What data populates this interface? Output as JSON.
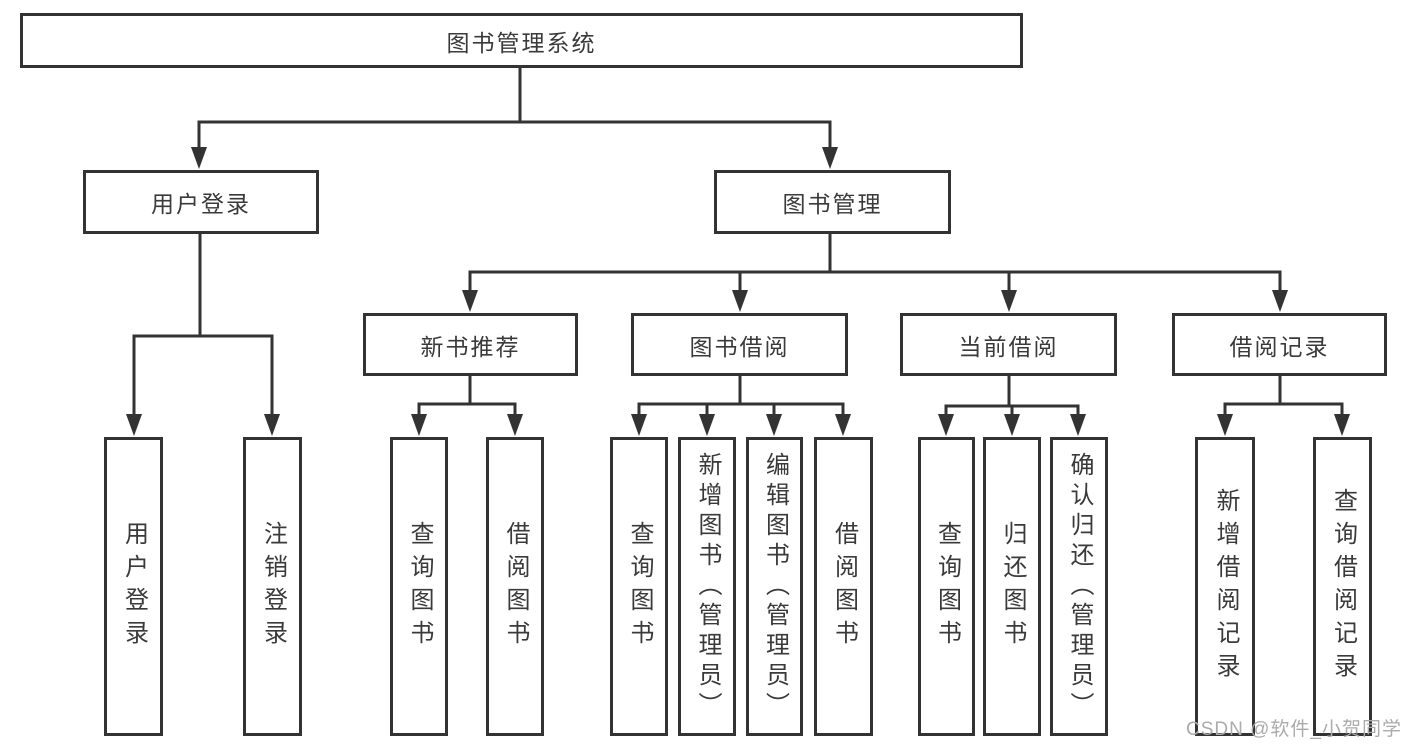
{
  "tree": {
    "label": "图书管理系统",
    "children": [
      {
        "label": "用户登录",
        "leaves": [
          "用户登录",
          "注销登录"
        ]
      },
      {
        "label": "图书管理",
        "children": [
          {
            "label": "新书推荐",
            "leaves": [
              "查询图书",
              "借阅图书"
            ]
          },
          {
            "label": "图书借阅",
            "leaves": [
              "查询图书",
              "新增图书（管理员）",
              "编辑图书（管理员）",
              "借阅图书"
            ]
          },
          {
            "label": "当前借阅",
            "leaves": [
              "查询图书",
              "归还图书",
              "确认归还（管理员）"
            ]
          },
          {
            "label": "借阅记录",
            "leaves": [
              "新增借阅记录",
              "查询借阅记录"
            ]
          }
        ]
      }
    ]
  },
  "watermark": "CSDN @软件_小贺同学",
  "colors": {
    "line": "#333333",
    "text": "#3a3a3a",
    "watermark": "#ababab",
    "background": "#ffffff"
  }
}
